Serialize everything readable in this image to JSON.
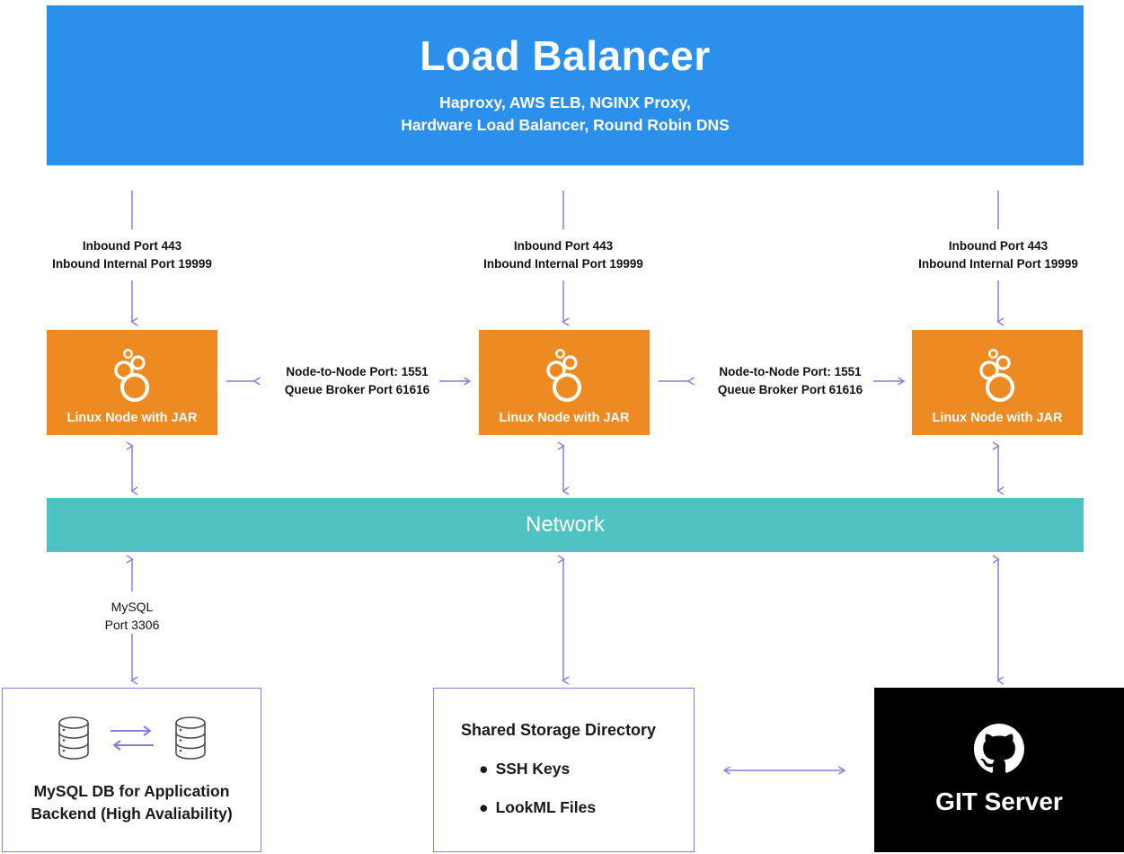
{
  "diagram": {
    "load_balancer": {
      "title": "Load Balancer",
      "subtitle_line1": "Haproxy, AWS ELB, NGINX Proxy,",
      "subtitle_line2": "Hardware Load Balancer, Round Robin DNS",
      "color": "#2a90ec"
    },
    "inbound_labels": [
      {
        "line1": "Inbound Port 443",
        "line2": "Inbound Internal Port 19999"
      },
      {
        "line1": "Inbound Port 443",
        "line2": "Inbound Internal Port 19999"
      },
      {
        "line1": "Inbound Port 443",
        "line2": "Inbound Internal Port 19999"
      }
    ],
    "nodes": [
      {
        "label": "Linux Node with JAR",
        "icon": "looker-icon",
        "color": "#ed8b22"
      },
      {
        "label": "Linux Node with JAR",
        "icon": "looker-icon",
        "color": "#ed8b22"
      },
      {
        "label": "Linux Node with JAR",
        "icon": "looker-icon",
        "color": "#ed8b22"
      }
    ],
    "node_to_node_labels": [
      {
        "line1": "Node-to-Node Port: 1551",
        "line2": "Queue Broker Port 61616"
      },
      {
        "line1": "Node-to-Node Port: 1551",
        "line2": "Queue Broker Port 61616"
      }
    ],
    "network": {
      "label": "Network",
      "color": "#4fc2c2"
    },
    "mysql_connector": {
      "line1": "MySQL",
      "line2": "Port 3306"
    },
    "mysql_box": {
      "caption_line1": "MySQL DB for Application",
      "caption_line2": "Backend (High Avaliability)",
      "icon": "database-cylinder-icon",
      "border_color": "#8a7ce0"
    },
    "storage_box": {
      "title": "Shared Storage Directory",
      "items": [
        "SSH Keys",
        "LookML Files"
      ],
      "bullet": "●",
      "border_color": "#8a7ce0"
    },
    "git_box": {
      "label": "GIT Server",
      "icon": "github-icon",
      "background": "#000000"
    },
    "arrow_color": "#8a7ce0"
  }
}
